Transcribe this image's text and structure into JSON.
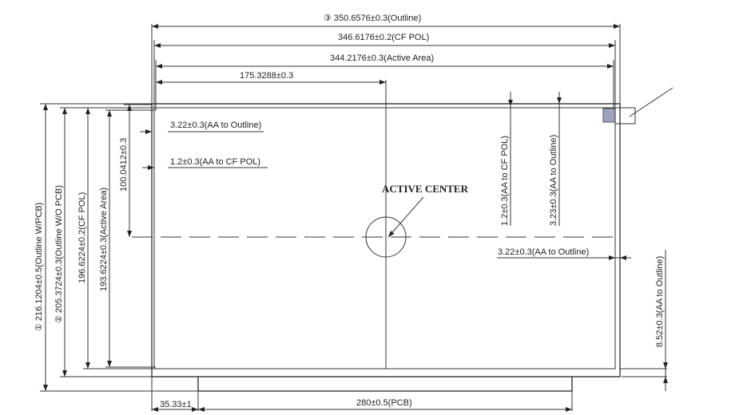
{
  "dimensions": {
    "outline_width": "③  350.6576±0.3(Outline)",
    "cf_pol_width": "346.6176±0.2(CF POL)",
    "active_area_width": "344.2176±0.3(Active Area)",
    "half_active_width": "175.3288±0.3",
    "outline_height_with_pcb": "①  216.1204±0.5(Outline W/PCB)",
    "outline_height_without_pcb": "②  205.3724±0.3(Outline W/O PCB)",
    "cf_pol_height": "196.6224±0.2(CF POL)",
    "active_area_height": "193.6224±0.3(Active Area)",
    "half_active_height": "100.0412±0.3",
    "left_aa_to_outline": "3.22±0.3(AA to Outline)",
    "left_aa_to_cf_pol": "1.2±0.3(AA to CF POL)",
    "top_aa_to_cf_pol": "1.2±0.3(AA to CF POL)",
    "top_aa_to_outline": "3.23±0.3(AA to Outline)",
    "right_aa_to_outline": "3.22±0.3(AA to Outline)",
    "bottom_aa_to_outline": "8.52±0.3(AA to Outline)",
    "pcb_offset": "35.33±1",
    "pcb_width": "280±0.5(PCB)"
  },
  "labels": {
    "active_center": "ACTIVE CENTER"
  },
  "colors": {
    "marker_fill": "#a0a3c0"
  }
}
